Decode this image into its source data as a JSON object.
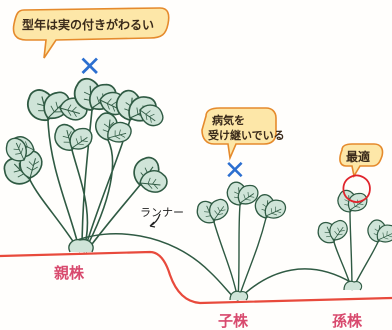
{
  "labels": {
    "bubble_parent": "型年は実の付きがわるい",
    "bubble_child_line1": "病気を",
    "bubble_child_line2": "受け継いでいる",
    "bubble_grandchild": "最適",
    "runner": "ランナー",
    "parent": "親株",
    "child": "子株",
    "grandchild": "孫株"
  },
  "marks": {
    "parent": "✕",
    "child": "✕",
    "grandchild": "◯"
  },
  "colors": {
    "ground": "#e84a3c",
    "bubble_fill": "#fde7a8",
    "bubble_stroke": "#e58a2c",
    "leaf_fill": "#cfe4d8",
    "leaf_stroke": "#2f5a43",
    "x_mark": "#2c6fd0",
    "o_mark": "#e0242c",
    "label": "#d84a6e"
  },
  "icons": [
    "strawberry-plant-icon",
    "cross-mark-icon",
    "circle-mark-icon"
  ]
}
